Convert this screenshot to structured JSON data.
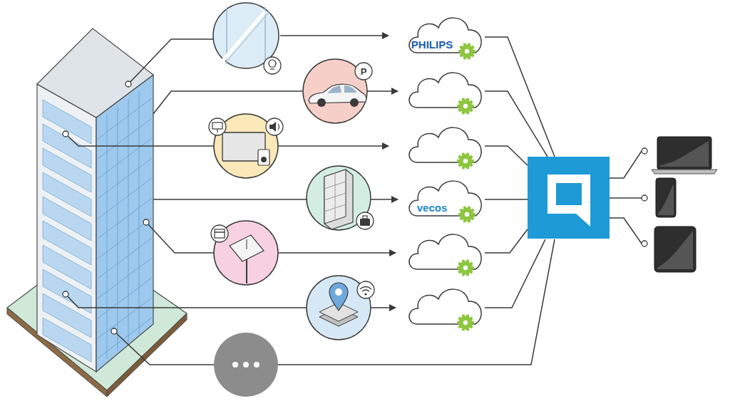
{
  "diagram": {
    "nodes": [
      {
        "text": [
          "PHILIPS"
        ]
      },
      {
        "text": [
          "P"
        ]
      },
      {
        "text": [
          "vecos"
        ]
      }
    ]
  }
}
